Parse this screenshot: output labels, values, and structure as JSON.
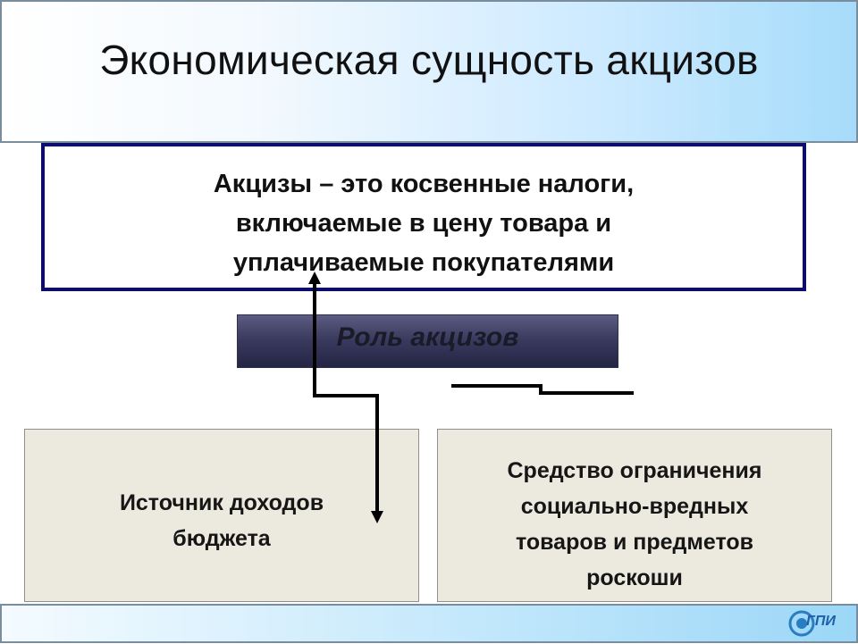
{
  "slide": {
    "title": "Экономическая сущность акцизов",
    "definition": {
      "line1": "Акцизы – это косвенные налоги,",
      "line2": "включаемые в цену товара и",
      "line3": "уплачиваемые покупателями"
    },
    "role_label": "Роль акцизов",
    "left_card": {
      "line1": "Источник доходов",
      "line2": "бюджета"
    },
    "right_card": {
      "line1": "Средство ограничения",
      "line2": "социально-вредных",
      "line3": "товаров и предметов",
      "line4": "роскоши"
    },
    "logo_text": "ГПИ"
  },
  "colors": {
    "definition_border": "#0c0c6e",
    "role_box": "#3b3b60",
    "card_fill": "#ece9de",
    "header_gradient_end": "#a6dcfa"
  }
}
